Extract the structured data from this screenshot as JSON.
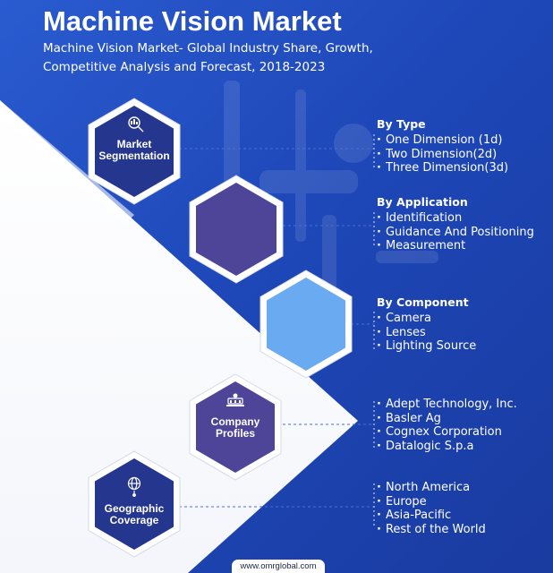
{
  "header": {
    "title": "Machine Vision Market",
    "subtitle_line1": "Machine Vision Market- Global Industry Share, Growth,",
    "subtitle_line2": "Competitive Analysis and Forecast, 2018-2023"
  },
  "hexagons": {
    "segmentation": {
      "line1": "Market",
      "line2": "Segmentation",
      "icon": "magnifier-chart-icon"
    },
    "application": {
      "icon": "none"
    },
    "component": {
      "icon": "none"
    },
    "company": {
      "line1": "Company",
      "line2": "Profiles",
      "icon": "building-icon"
    },
    "geographic": {
      "line1": "Geographic",
      "line2": "Coverage",
      "icon": "globe-pin-icon"
    }
  },
  "groups": {
    "type": {
      "title": "By Type",
      "items": [
        "One Dimension (1d)",
        "Two Dimension(2d)",
        "Three Dimension(3d)"
      ]
    },
    "application": {
      "title": "By Application",
      "items": [
        "Identification",
        "Guidance And Positioning",
        "Measurement"
      ]
    },
    "component": {
      "title": "By Component",
      "items": [
        "Camera",
        "Lenses",
        "Lighting Source"
      ]
    },
    "companies": {
      "items": [
        "Adept Technology, Inc.",
        "Basler Ag",
        "Cognex Corporation",
        "Datalogic S.p.a"
      ]
    },
    "regions": {
      "items": [
        "North America",
        "Europe",
        "Asia-Pacific",
        "Rest of the World"
      ]
    }
  },
  "colors": {
    "background_blue": "#1e47b8",
    "hex_dark": "#25368e",
    "hex_purple": "#4e4598",
    "hex_light": "#6aaaf0",
    "text": "#ffffff"
  },
  "footer": {
    "url": "www.omrglobal.com"
  }
}
